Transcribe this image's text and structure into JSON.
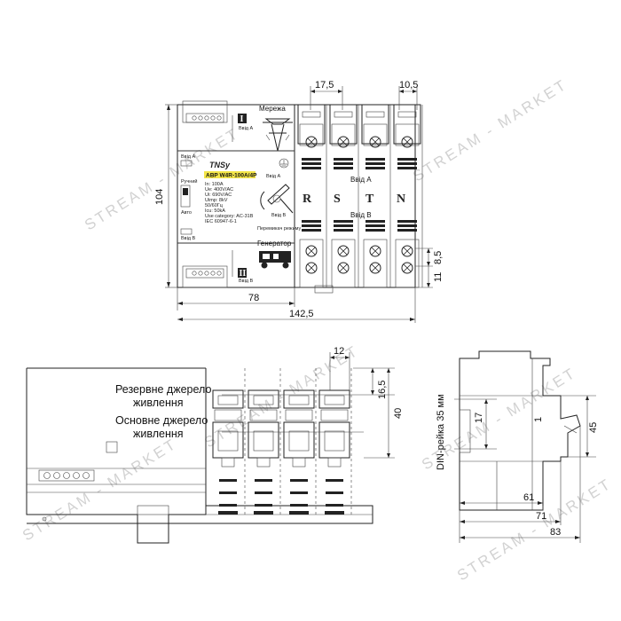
{
  "top_view": {
    "dim_pitch": "17,5",
    "dim_edge": "10,5",
    "dim_height": "104",
    "dim_body_width": "78",
    "dim_total_width": "142,5",
    "dim_row_upper": "8,5",
    "dim_row_lower": "11",
    "label_mains": "Мережа",
    "label_generator": "Генератор",
    "label_input_a": "Ввід А",
    "label_input_b": "Ввід В",
    "label_input_a_small": "Ввід А",
    "label_input_b_small": "Ввід В",
    "label_switch_mode": "Перемикач режиму",
    "label_manual": "Ручний",
    "label_auto": "Авто",
    "roman_one": "I",
    "roman_two": "II",
    "phases": [
      "R",
      "S",
      "T",
      "N"
    ],
    "brand": "TNSy",
    "model": "АВР W4R-100A/4P",
    "specs": [
      "In: 100A",
      "Ue: 400V/AC",
      "Ui: 690V/AC",
      "Uimp: 8kV",
      "50/60Гц",
      "Icu: 50kA",
      "Use category: AC-31B",
      "IEC 60947-6-1"
    ]
  },
  "front_view": {
    "dim_terminal_width": "12",
    "dim_terminal_height": "16,5",
    "dim_height": "40",
    "label_reserve": [
      "Резервне джерело",
      "живлення"
    ],
    "label_main": [
      "Основне джерело",
      "живлення"
    ]
  },
  "side_view": {
    "label_din": "DIN-рейка 35 мм",
    "dim_17": "17",
    "dim_1": "1",
    "dim_45": "45",
    "dim_61": "61",
    "dim_71": "71",
    "dim_83": "83"
  },
  "watermark": {
    "text": "STREAM - MARKET"
  }
}
